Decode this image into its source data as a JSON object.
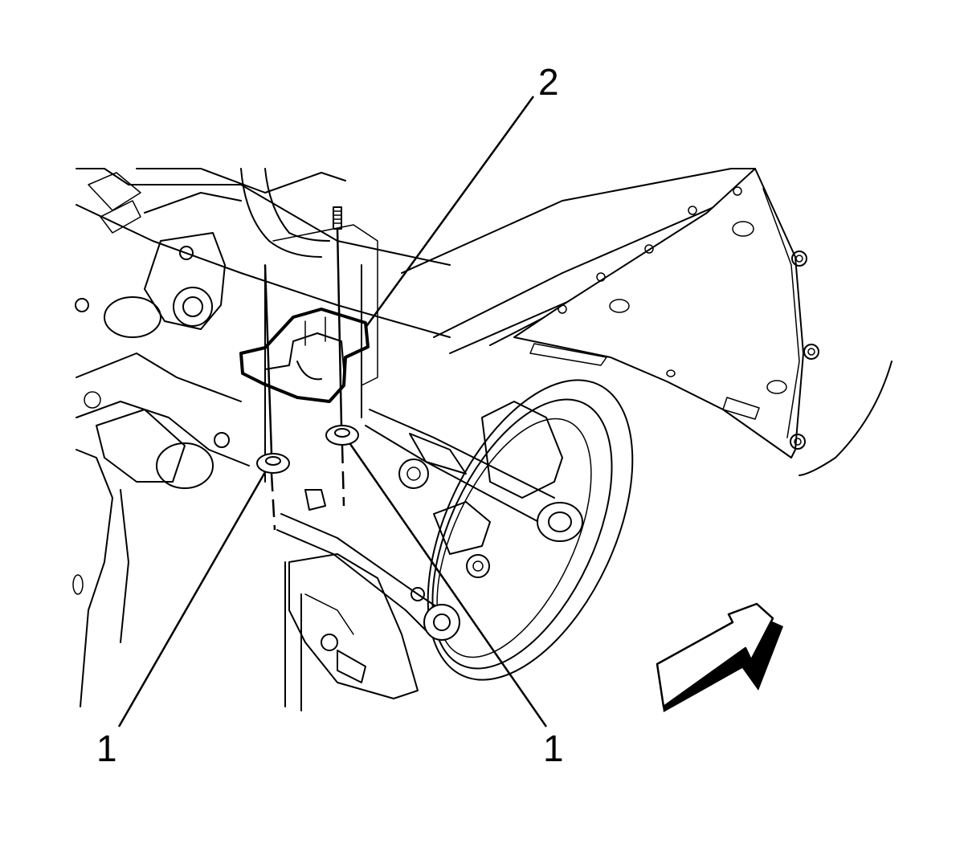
{
  "callouts": [
    {
      "id": "c1-left",
      "text": "1"
    },
    {
      "id": "c2",
      "text": "2"
    },
    {
      "id": "c1-right",
      "text": "1"
    }
  ],
  "icons": {
    "direction_arrow": "front-direction-arrow-icon"
  },
  "colors": {
    "line": "#000000",
    "background": "#ffffff"
  }
}
